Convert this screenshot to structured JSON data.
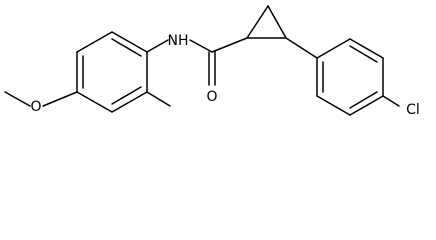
{
  "molecule": {
    "atom_labels": {
      "amide_nh": "NH",
      "carbonyl_oxygen": "O",
      "ether_oxygen": "O",
      "chlorine": "Cl"
    },
    "colors": {
      "bond": "#000000",
      "label": "#000000",
      "background": "#ffffff"
    }
  }
}
